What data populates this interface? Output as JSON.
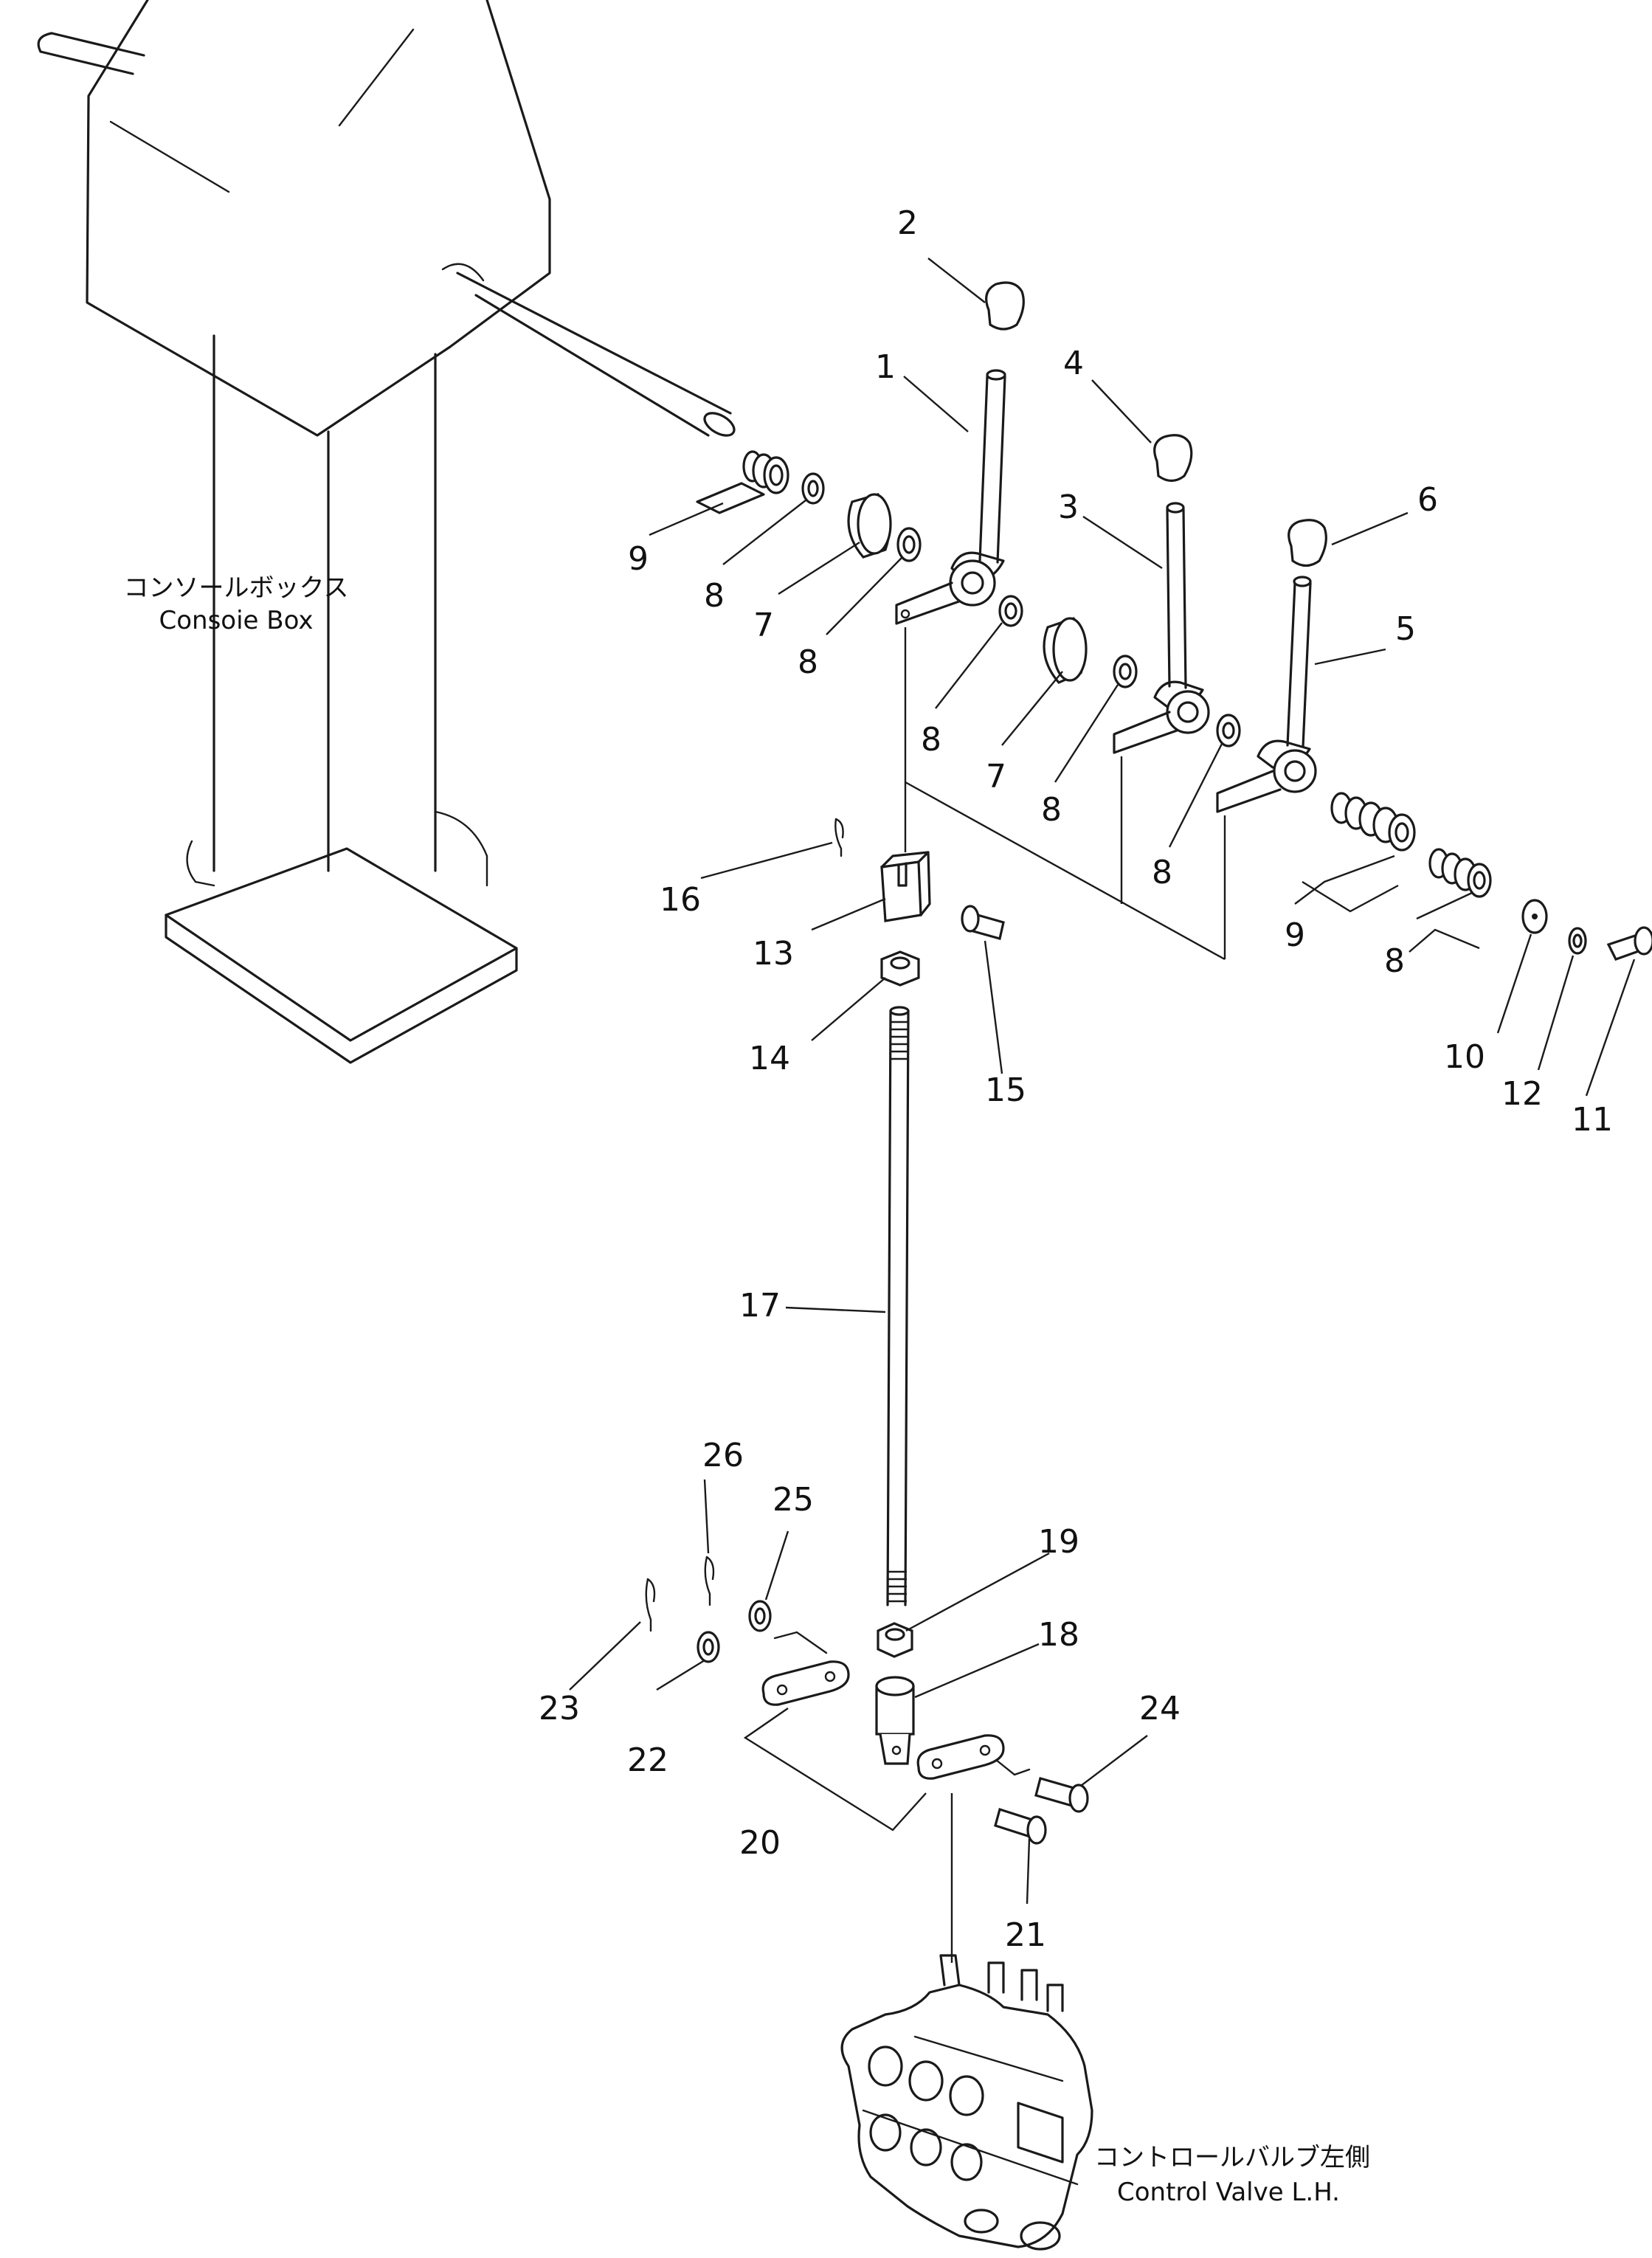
{
  "labels": {
    "console_box_jp": "コンソールボックス",
    "console_box_en": "Consoie Box",
    "control_valve_jp": "コントロールバルブ左側",
    "control_valve_en": "Control Valve L.H."
  },
  "callouts": {
    "c1": "1",
    "c2": "2",
    "c3": "3",
    "c4": "4",
    "c5": "5",
    "c6": "6",
    "c7a": "7",
    "c7b": "7",
    "c8a": "8",
    "c8b": "8",
    "c8c": "8",
    "c8d": "8",
    "c8e": "8",
    "c8f": "8",
    "c9a": "9",
    "c9b": "9",
    "c10": "10",
    "c11": "11",
    "c12": "12",
    "c13": "13",
    "c14": "14",
    "c15": "15",
    "c16": "16",
    "c17": "17",
    "c18": "18",
    "c19": "19",
    "c20": "20",
    "c21": "21",
    "c22": "22",
    "c23": "23",
    "c24": "24",
    "c25": "25",
    "c26": "26"
  }
}
